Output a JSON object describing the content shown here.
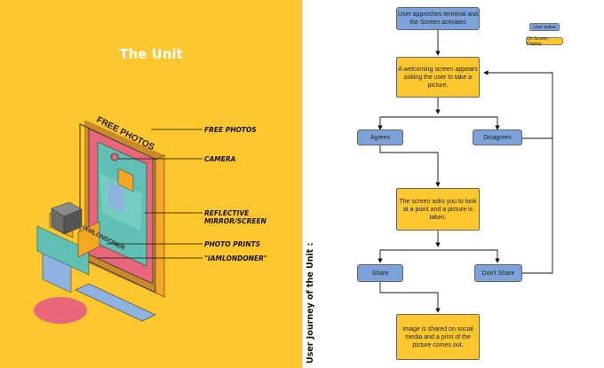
{
  "left_panel": {
    "title": "The Unit",
    "callouts": [
      "FREE PHOTOS",
      "CAMERA",
      "REFLECTIVE MIRROR/SCREEN",
      "PHOTO PRINTS",
      "\"IAMLONDONER\""
    ],
    "sign_text": "FREE PHOTOS",
    "brand_text": "IAMLONDONER",
    "colors": {
      "background": "#fdc72d",
      "frame_pink": "#e8677a",
      "screen_teal": "#5fc0b3",
      "person_blue": "#8fb3e0",
      "head_gray": "#6b6b6b"
    }
  },
  "right_panel": {
    "vertical_label": "User Journey of the Unit :",
    "legend": {
      "user_action": "User action",
      "on_screen": "On Screen Display"
    },
    "nodes": {
      "start": "User approches terminal and the Screen activates",
      "welcome": "A welcoming screen appears  asking the user to take a picture.",
      "agrees": "Agrees",
      "disagrees": "Disagrees",
      "look": "The screen asks you to look at a point and a picture is taken.",
      "share": "Share",
      "dont_share": "Don't Share",
      "shared": "Image is shared on social media and a print of the picture comes out."
    },
    "colors": {
      "user_action": "#7ba2d9",
      "on_screen": "#fdc72d"
    }
  }
}
